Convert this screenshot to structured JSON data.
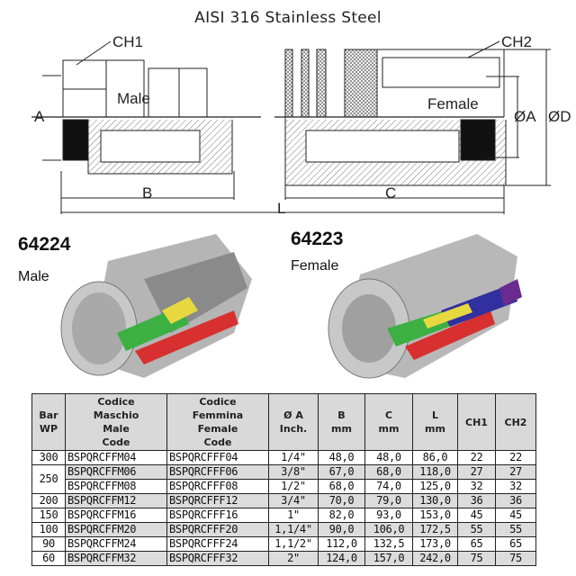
{
  "title": "AISI 316 Stainless Steel",
  "drawing": {
    "male_label": "Male",
    "female_label": "Female",
    "dims": {
      "ch1": "CH1",
      "ch2": "CH2",
      "a": "A",
      "oa": "ØA",
      "od": "ØD",
      "b": "B",
      "c": "C",
      "l": "L"
    }
  },
  "products": [
    {
      "code": "64224",
      "kind": "Male"
    },
    {
      "code": "64223",
      "kind": "Female"
    }
  ],
  "table": {
    "headers": [
      "Bar\nWP",
      "Codice\nMaschio\nMale\nCode",
      "Codice\nFemmina\nFemale\nCode",
      "Ø A\nInch.",
      "B\nmm",
      "C\nmm",
      "L\nmm",
      "CH1",
      "CH2"
    ],
    "rows": [
      {
        "bar": "300",
        "male": "BSPQRCFFM04",
        "female": "BSPQRCFFF04",
        "a": "1/4\"",
        "b": "48,0",
        "c": "48,0",
        "l": "86,0",
        "ch1": "22",
        "ch2": "22"
      },
      {
        "bar": "250",
        "male": "BSPQRCFFM06",
        "female": "BSPQRCFFF06",
        "a": "3/8\"",
        "b": "67,0",
        "c": "68,0",
        "l": "118,0",
        "ch1": "27",
        "ch2": "27"
      },
      {
        "bar": "",
        "male": "BSPQRCFFM08",
        "female": "BSPQRCFFF08",
        "a": "1/2\"",
        "b": "68,0",
        "c": "74,0",
        "l": "125,0",
        "ch1": "32",
        "ch2": "32"
      },
      {
        "bar": "200",
        "male": "BSPQRCFFM12",
        "female": "BSPQRCFFF12",
        "a": "3/4\"",
        "b": "70,0",
        "c": "79,0",
        "l": "130,0",
        "ch1": "36",
        "ch2": "36"
      },
      {
        "bar": "150",
        "male": "BSPQRCFFM16",
        "female": "BSPQRCFFF16",
        "a": "1\"",
        "b": "82,0",
        "c": "93,0",
        "l": "153,0",
        "ch1": "45",
        "ch2": "45"
      },
      {
        "bar": "100",
        "male": "BSPQRCFFM20",
        "female": "BSPQRCFFF20",
        "a": "1,1/4\"",
        "b": "90,0",
        "c": "106,0",
        "l": "172,5",
        "ch1": "55",
        "ch2": "55"
      },
      {
        "bar": "90",
        "male": "BSPQRCFFM24",
        "female": "BSPQRCFFF24",
        "a": "1,1/2\"",
        "b": "112,0",
        "c": "132,5",
        "l": "173,0",
        "ch1": "65",
        "ch2": "65"
      },
      {
        "bar": "60",
        "male": "BSPQRCFFM32",
        "female": "BSPQRCFFF32",
        "a": "2\"",
        "b": "124,0",
        "c": "157,0",
        "l": "242,0",
        "ch1": "75",
        "ch2": "75"
      }
    ]
  }
}
